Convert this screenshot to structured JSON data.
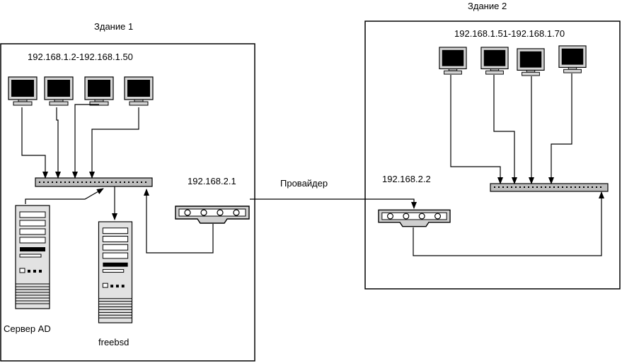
{
  "building1": {
    "title": "Здание 1",
    "ip_range": "192.168.1.2-192.168.1.50"
  },
  "building2": {
    "title": "Здание 2",
    "ip_range": "192.168.1.51-192.168.1.70"
  },
  "router1": {
    "ip": "192.168.2.1",
    "icon": "router-icon"
  },
  "router2": {
    "ip": "192.168.2.2",
    "icon": "router-icon"
  },
  "link": {
    "label": "Провайдер"
  },
  "servers": {
    "ad": "Сервер AD",
    "freebsd": "freebsd"
  },
  "colors": {
    "line": "#000000",
    "screen": "#000000",
    "case": "#d8d8d8",
    "switch": "#bdbdbd"
  }
}
